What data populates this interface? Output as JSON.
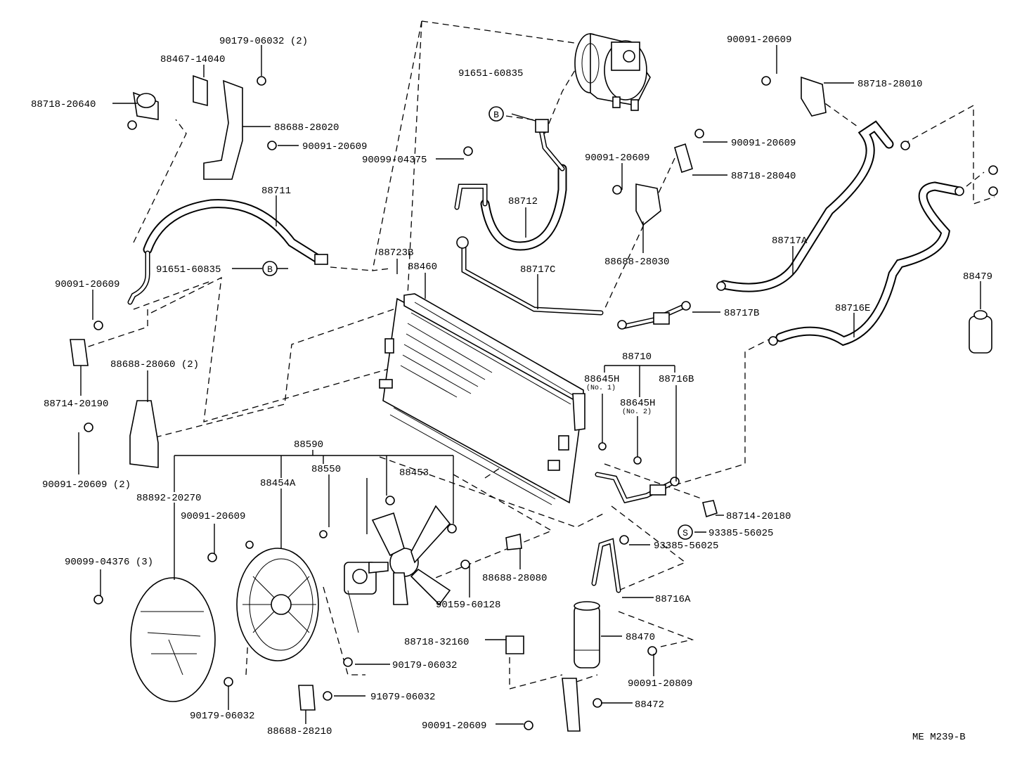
{
  "diagram": {
    "reference_code": "ME M239-B",
    "circle_markers": [
      {
        "id": "marker-b-top",
        "letter": "B"
      },
      {
        "id": "marker-b-left",
        "letter": "B"
      },
      {
        "id": "marker-s",
        "letter": "S"
      }
    ],
    "labels": {
      "l1": "90179-06032 (2)",
      "l2": "88467-14040",
      "l3": "88718-20640",
      "l4": "88688-28020",
      "l5": "90091-20609",
      "l6": "88711",
      "l7": "91651-60835",
      "l8": "90091-20609",
      "l9": "88714-20190",
      "l10": "88688-28060 (2)",
      "l11": "90091-20609 (2)",
      "l12": "91651-60835",
      "l13": "90099-04375",
      "l14": "88712",
      "l15": "88723B",
      "l16": "88460",
      "l17": "88717C",
      "l18": "90091-20609",
      "l19": "88688-28030",
      "l20": "90091-20609",
      "l21": "88718-28040",
      "l22": "90091-20609",
      "l23": "88718-28010",
      "l24": "88717A",
      "l25": "88717B",
      "l26": "88716E",
      "l27": "88479",
      "l28": "88710",
      "l29": "88645H",
      "l29n": "(No. 1)",
      "l30": "88716B",
      "l31": "88645H",
      "l31n": "(No. 2)",
      "l32": "88714-20180",
      "l33": "93385-56025",
      "l34": "93385-56025",
      "l35": "88716A",
      "l36": "88590",
      "l37": "88892-20270",
      "l38": "88454A",
      "l39": "88550",
      "l40": "88453",
      "l41": "90091-20609",
      "l42": "90099-04376 (3)",
      "l43": "88688-28080",
      "l44": "90159-60128",
      "l45": "88718-32160",
      "l46": "88470",
      "l47": "90179-06032",
      "l48": "91079-06032",
      "l49": "90091-20809",
      "l50": "88472",
      "l51": "90179-06032",
      "l52": "88688-28210",
      "l53": "90091-20609"
    }
  }
}
